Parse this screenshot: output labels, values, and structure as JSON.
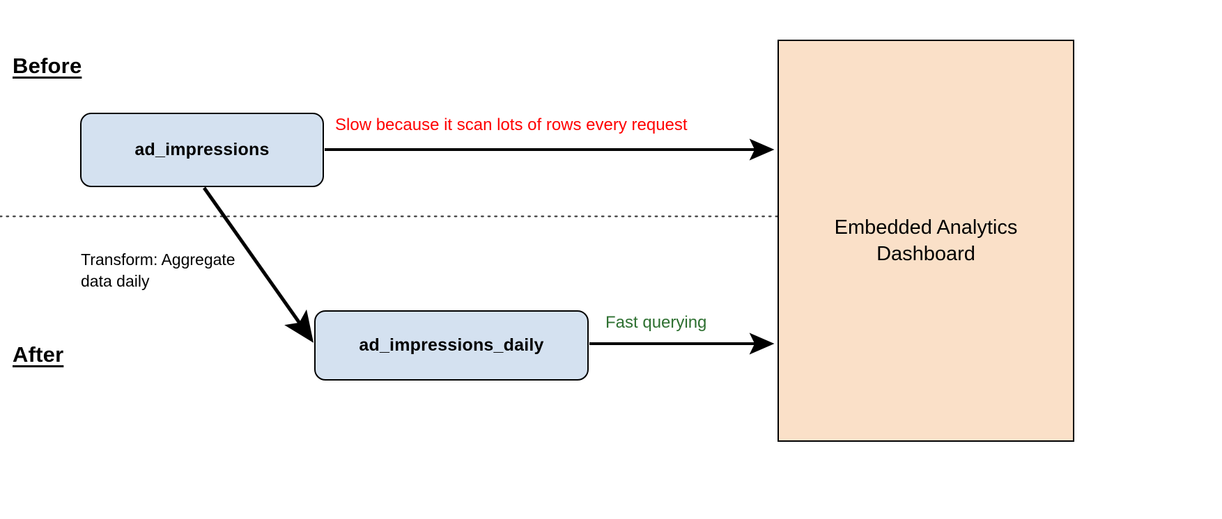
{
  "diagram": {
    "type": "flow-diagram",
    "title_sections": {
      "before_label": "Before",
      "after_label": "After"
    },
    "nodes": [
      {
        "id": "ad_impressions",
        "label": "ad_impressions",
        "shape": "rounded-rectangle",
        "fill": "#d4e1f0",
        "stroke": "#000000",
        "section": "Before"
      },
      {
        "id": "ad_impressions_daily",
        "label": "ad_impressions_daily",
        "shape": "rounded-rectangle",
        "fill": "#d4e1f0",
        "stroke": "#000000",
        "section": "After"
      },
      {
        "id": "dashboard",
        "label": "Embedded Analytics Dashboard",
        "shape": "rectangle",
        "fill": "#fae0c8",
        "stroke": "#000000"
      }
    ],
    "edges": [
      {
        "id": "impressions-to-dashboard",
        "from": "ad_impressions",
        "to": "dashboard",
        "label": "Slow because it scan lots of rows every request",
        "label_color": "#ff0000",
        "style": "solid-arrow"
      },
      {
        "id": "impressions-to-daily",
        "from": "ad_impressions",
        "to": "ad_impressions_daily",
        "label": "Transform: Aggregate data daily",
        "label_color": "#000000",
        "style": "solid-arrow-diagonal"
      },
      {
        "id": "daily-to-dashboard",
        "from": "ad_impressions_daily",
        "to": "dashboard",
        "label": "Fast querying",
        "label_color": "#2e7031",
        "style": "solid-arrow"
      }
    ],
    "divider": {
      "style": "dotted",
      "color": "#4d4d4d",
      "separates": "Before from After"
    },
    "colors": {
      "node_fill": "#d4e1f0",
      "panel_fill": "#fae0c8",
      "stroke": "#000000",
      "warning_text": "#ff0000",
      "success_text": "#2e7031",
      "background": "#ffffff"
    }
  }
}
